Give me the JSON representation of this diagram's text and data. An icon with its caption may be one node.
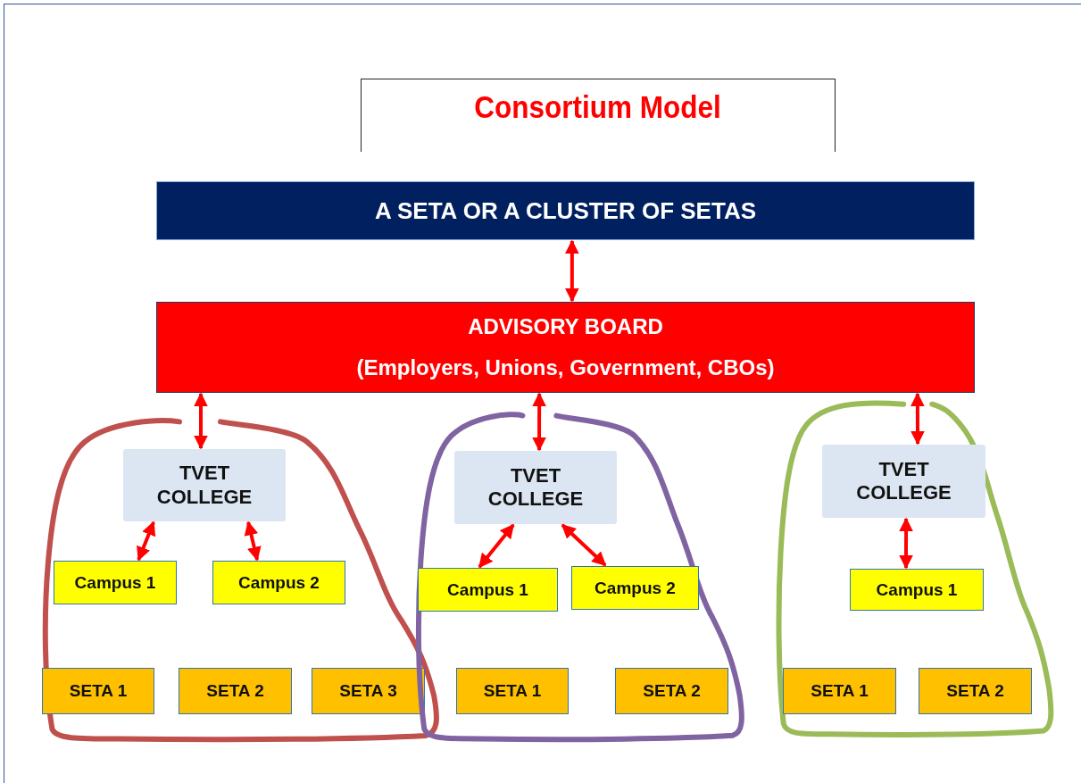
{
  "diagram": {
    "title": "Consortium Model",
    "nodes": [
      {
        "text": [
          "A SETA OR A CLUSTER OF SETAS"
        ]
      },
      {
        "text": [
          "ADVISORY BOARD",
          "(Employers, Unions, Government, CBOs)"
        ]
      },
      {
        "text": [],
        "shape": "circle"
      },
      {
        "text": [
          "TVET COLLEGE"
        ],
        "in": 2
      },
      {
        "text": [
          "Campus 1"
        ],
        "in": 2
      },
      {
        "text": [
          "Campus 2"
        ],
        "in": 2
      },
      {
        "text": [
          "SETA 1"
        ],
        "in": 2
      },
      {
        "text": [
          "SETA 2"
        ],
        "in": 2
      },
      {
        "text": [
          "SETA 3"
        ],
        "in": 2
      },
      {
        "text": [],
        "shape": "circle"
      },
      {
        "text": [
          "TVET COLLEGE"
        ],
        "in": 9
      },
      {
        "text": [
          "Campus 1"
        ],
        "in": 9
      },
      {
        "text": [
          "Campus 2"
        ],
        "in": 9
      },
      {
        "text": [
          "SETA 1"
        ],
        "in": 9
      },
      {
        "text": [
          "SETA 2"
        ],
        "in": 9
      },
      {
        "text": [],
        "shape": "circle"
      },
      {
        "text": [
          "TVET COLLEGE"
        ],
        "in": 15
      },
      {
        "text": [
          "Campus 1"
        ],
        "in": 15
      },
      {
        "text": [
          "SETA 1"
        ],
        "in": 15
      },
      {
        "text": [
          "SETA 2"
        ],
        "in": 15
      }
    ],
    "edges": [
      {
        "from": 0,
        "to": 1,
        "arrow": "both"
      },
      {
        "from": 1,
        "to": 3,
        "arrow": "both"
      },
      {
        "from": 1,
        "to": 10,
        "arrow": "both"
      },
      {
        "from": 1,
        "to": 16,
        "arrow": "both"
      },
      {
        "from": 3,
        "to": 4,
        "arrow": "both"
      },
      {
        "from": 3,
        "to": 5,
        "arrow": "both"
      },
      {
        "from": 10,
        "to": 11,
        "arrow": "both"
      },
      {
        "from": 10,
        "to": 12,
        "arrow": "both"
      },
      {
        "from": 16,
        "to": 17,
        "arrow": "both"
      }
    ]
  }
}
